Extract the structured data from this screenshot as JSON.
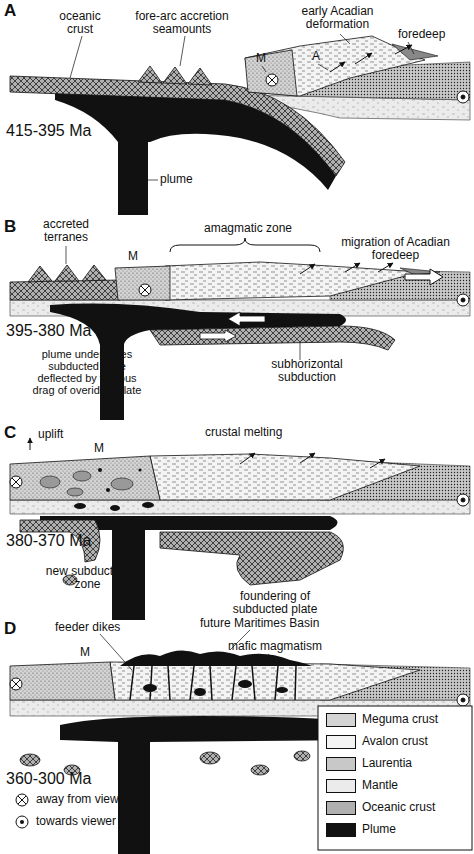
{
  "diagram": {
    "labels": [
      "A",
      "oceanic crust",
      "fore-arc accretion seamounts",
      "early Acadian deformation",
      "foredeep",
      "M",
      "A",
      "415-395 Ma",
      "plume",
      "B",
      "accreted terranes",
      "amagmatic zone",
      "M",
      "migration of Acadian foredeep",
      "395-380 Ma",
      "plume underplates subducted plate deflected by viscous drag of overiding plate",
      "subhorizontal subduction",
      "C",
      "uplift",
      "M",
      "crustal melting",
      "380-370 Ma",
      "new subduction zone",
      "foundering of subducted plate",
      "D",
      "feeder dikes",
      "future Maritimes Basin",
      "mafic magmatism",
      "M",
      "360-300 Ma"
    ],
    "legend": [
      {
        "text": "Meguma crust",
        "color": "#d4d4d4"
      },
      {
        "text": "Avalon crust",
        "color": "#f4f4f4"
      },
      {
        "text": "Laurentia",
        "color": "#c8c8c8"
      },
      {
        "text": "Mantle",
        "color": "#ebebeb"
      },
      {
        "text": "Oceanic crust",
        "color": "#b0b0b0"
      },
      {
        "text": "Plume",
        "color": "#111111"
      },
      {
        "text": "away from viewer"
      },
      {
        "text": "towards viewer"
      }
    ]
  }
}
